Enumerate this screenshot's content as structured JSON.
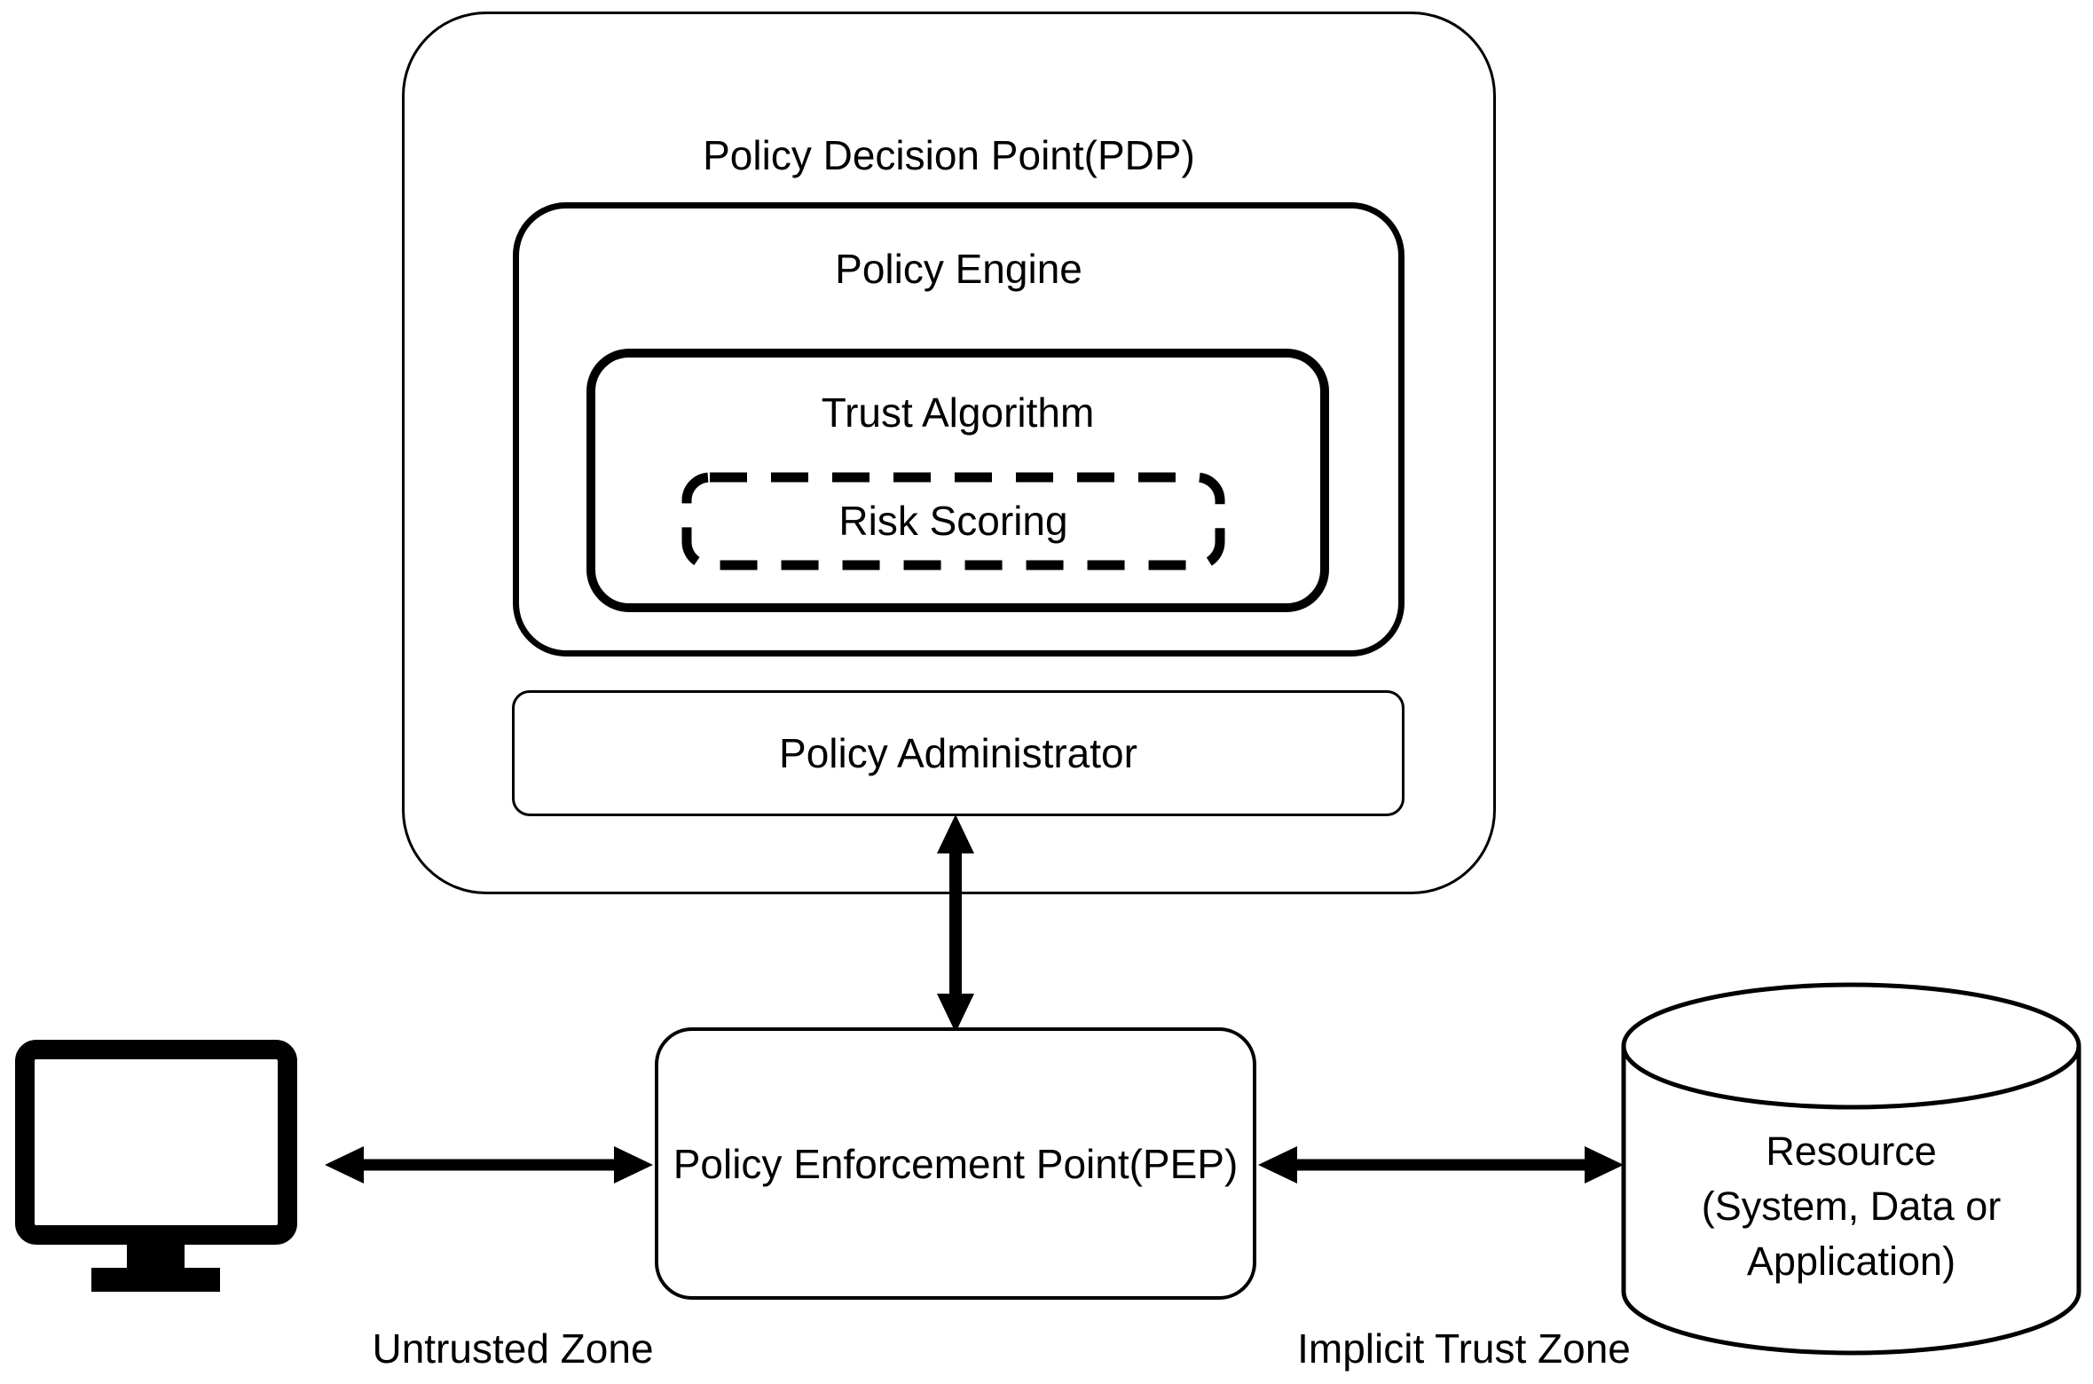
{
  "colors": {
    "line": "#000000",
    "background": "#ffffff",
    "text": "#000000"
  },
  "pdp": {
    "label": "Policy Decision Point(PDP)"
  },
  "policy_engine": {
    "label": "Policy Engine"
  },
  "trust_algorithm": {
    "label": "Trust Algorithm"
  },
  "risk_scoring": {
    "label": "Risk Scoring"
  },
  "policy_administrator": {
    "label": "Policy Administrator"
  },
  "pep": {
    "label": "Policy Enforcement Point(PEP)"
  },
  "resource": {
    "lines": [
      "Resource",
      "(System, Data or",
      "Application)"
    ]
  },
  "zones": {
    "untrusted": "Untrusted Zone",
    "implicit_trust": "Implicit Trust Zone"
  },
  "icons": {
    "client_device": "monitor-icon",
    "resource_store": "database-cylinder-icon",
    "links": [
      "pdp-pep-double-arrow-icon",
      "client-pep-double-arrow-icon",
      "pep-resource-double-arrow-icon"
    ]
  }
}
